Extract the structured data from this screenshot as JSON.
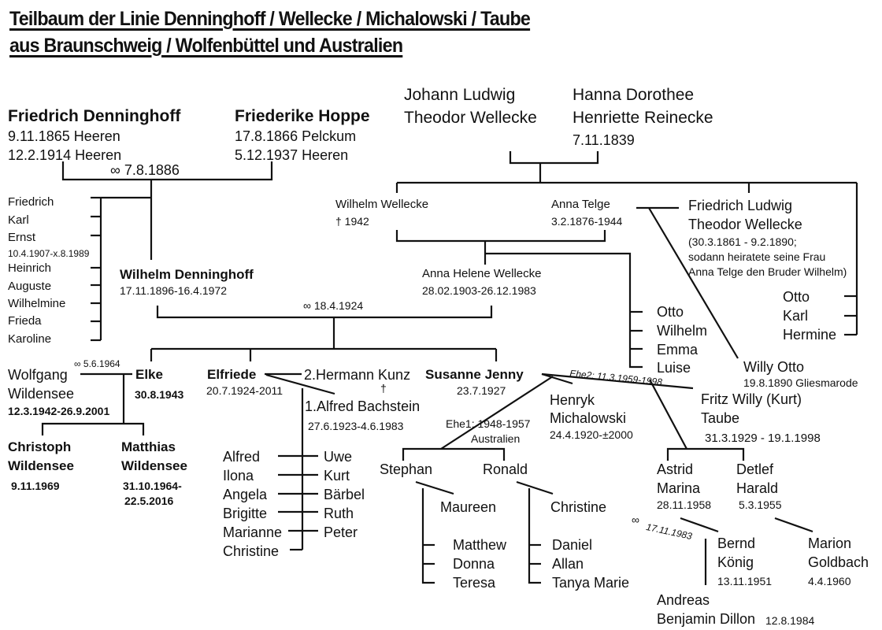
{
  "title": {
    "line1": "Teilbaum der Linie Denninghoff / Wellecke / Michalowski / Taube",
    "line2": "aus Braunschweig / Wolfenbüttel und Australien"
  },
  "denninghoff_parents": {
    "father": {
      "name": "Friedrich Denninghoff",
      "born": "9.11.1865 Heeren",
      "died": "12.2.1914 Heeren"
    },
    "mother": {
      "name": "Friederike Hoppe",
      "born": "17.8.1866 Pelckum",
      "died": "5.12.1937 Heeren"
    },
    "marriage": "∞ 7.8.1886"
  },
  "denninghoff_siblings": [
    {
      "name": "Friedrich"
    },
    {
      "name": "Karl"
    },
    {
      "name": "Ernst",
      "dates": "10.4.1907-x.8.1989"
    },
    {
      "name": "Heinrich"
    },
    {
      "name": "Auguste"
    },
    {
      "name": "Wilhelmine"
    },
    {
      "name": "Frieda"
    },
    {
      "name": "Karoline"
    }
  ],
  "wellecke_parents": {
    "father_line1": "Johann Ludwig",
    "father_line2": "Theodor Wellecke",
    "mother_line1": "Hanna Dorothee",
    "mother_line2": "Henriette Reinecke",
    "date": "7.11.1839"
  },
  "wilhelm_wellecke": {
    "name": "Wilhelm  Wellecke",
    "death": "† 1942"
  },
  "anna_telge": {
    "name": "Anna  Telge",
    "dates": "3.2.1876-1944"
  },
  "friedrich_ludwig": {
    "line1": "Friedrich Ludwig",
    "line2": "Theodor Wellecke",
    "note1": "(30.3.1861 - 9.2.1890;",
    "note2": "sodann heiratete seine Frau",
    "note3": "Anna Telge den Bruder Wilhelm)"
  },
  "wellecke_siblings_right": [
    "Otto",
    "Karl",
    "Hermine"
  ],
  "willy_otto": {
    "name": "Willy Otto",
    "dates": "19.8.1890 Gliesmarode"
  },
  "wilhelm_denninghoff": {
    "name": "Wilhelm  Denninghoff",
    "dates": "17.11.1896-16.4.1972"
  },
  "anna_helene": {
    "name": "Anna  Helene  Wellecke",
    "dates": "28.02.1903-26.12.1983"
  },
  "anna_helene_siblings": [
    "Otto",
    "Wilhelm",
    "Emma",
    "Luise"
  ],
  "marriage_1924": "∞ 18.4.1924",
  "wolfgang": {
    "line1": "Wolfgang",
    "line2": "Wildensee",
    "dates": "12.3.1942-26.9.2001",
    "marriage": "∞ 5.6.1964"
  },
  "elke": {
    "name": "Elke",
    "dates": "30.8.1943"
  },
  "christoph": {
    "line1": "Christoph",
    "line2": "Wildensee",
    "dates": "9.11.1969"
  },
  "matthias": {
    "line1": "Matthias",
    "line2": "Wildensee",
    "dates1": "31.10.1964-",
    "dates2": "22.5.2016"
  },
  "elfriede": {
    "name": "Elfriede",
    "dates": "20.7.1924-2011"
  },
  "hermann": {
    "name": "2.Hermann  Kunz",
    "death": "†"
  },
  "alfred_bachstein": {
    "name": "1.Alfred Bachstein",
    "dates": "27.6.1923-4.6.1983"
  },
  "elfriede_children_left": [
    "Alfred",
    "Ilona",
    "Angela",
    "Brigitte",
    "Marianne",
    "Christine"
  ],
  "elfriede_children_right": [
    "Uwe",
    "Kurt",
    "Bärbel",
    "Ruth",
    "Peter"
  ],
  "susanne": {
    "name": "Susanne  Jenny",
    "dates": "23.7.1927"
  },
  "ehe1": {
    "label": "Ehe1: 1948-1957",
    "place": "Australien"
  },
  "ehe2": {
    "label": "Ehe2: 11.3.1959-1998"
  },
  "henryk": {
    "line1": "Henryk",
    "line2": "Michalowski",
    "dates": "24.4.1920-±2000"
  },
  "fritz": {
    "line1": "Fritz Willy (Kurt)",
    "line2": "Taube",
    "dates": "31.3.1929 - 19.1.1998"
  },
  "stephan": {
    "name": "Stephan",
    "spouse": "Maureen",
    "children": [
      "Matthew",
      "Donna",
      "Teresa"
    ]
  },
  "ronald": {
    "name": "Ronald",
    "spouse": "Christine",
    "children": [
      "Daniel",
      "Allan",
      "Tanya Marie"
    ]
  },
  "astrid": {
    "line1": "Astrid",
    "line2": "Marina",
    "dates": "28.11.1958",
    "marriage": "∞",
    "marriage_date": "17.11.1983"
  },
  "detlef": {
    "line1": "Detlef",
    "line2": "Harald",
    "dates": "5.3.1955"
  },
  "bernd": {
    "line1": "Bernd",
    "line2": "König",
    "dates": "13.11.1951"
  },
  "marion": {
    "line1": "Marion",
    "line2": "Goldbach",
    "dates": "4.4.1960"
  },
  "andreas": {
    "line1": "Andreas",
    "line2": "Benjamin  Dillon",
    "dates": "12.8.1984"
  }
}
